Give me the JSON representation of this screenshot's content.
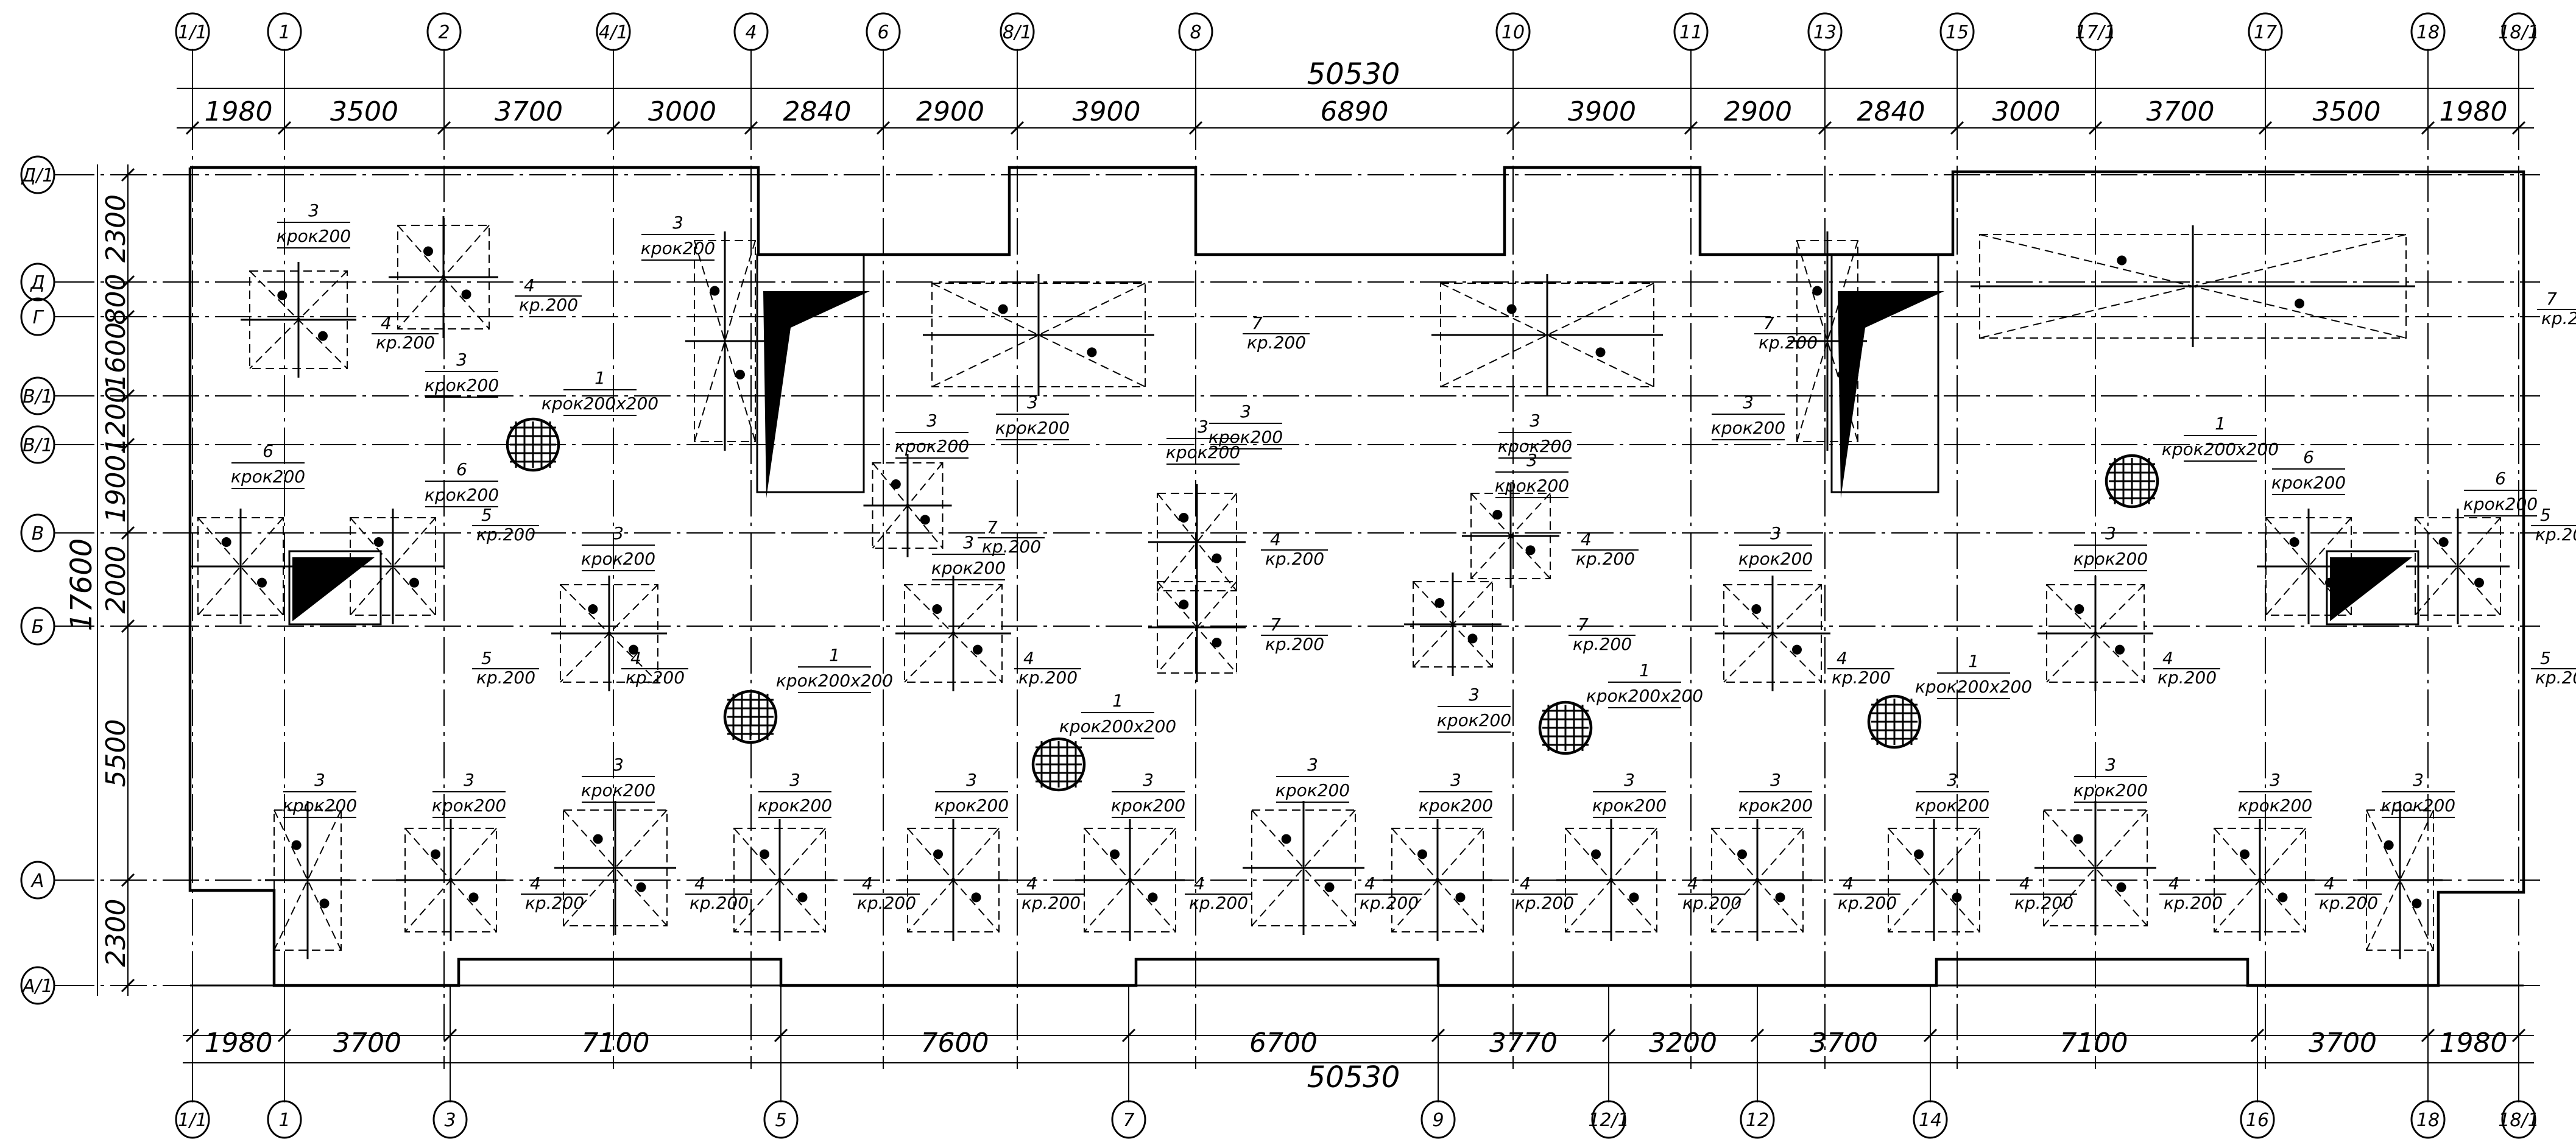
{
  "axes_top": [
    "1/1",
    "1",
    "2",
    "4/1",
    "4",
    "6",
    "8/1",
    "8",
    "10",
    "11",
    "13",
    "15",
    "17/1",
    "17",
    "18",
    "18/1"
  ],
  "axes_bottom": [
    "1/1",
    "1",
    "3",
    "5",
    "7",
    "9",
    "12/1",
    "12",
    "14",
    "16",
    "18",
    "18/1"
  ],
  "axes_left": [
    "Д/1",
    "Д",
    "Г",
    "В/1",
    "В/1",
    "В",
    "Б",
    "А",
    "А/1"
  ],
  "dims_top": [
    "1980",
    "3500",
    "3700",
    "3000",
    "2840",
    "2900",
    "3900",
    "6890",
    "3900",
    "2900",
    "2840",
    "3000",
    "3700",
    "3500",
    "1980"
  ],
  "dims_bottom": [
    "1980",
    "3700",
    "7100",
    "7600",
    "6700",
    "3770",
    "3200",
    "3700",
    "7100",
    "3700",
    "1980"
  ],
  "dims_left": [
    "2300",
    "800",
    "1600",
    "1200",
    "1900",
    "2000",
    "5500",
    "2300"
  ],
  "total_top": "50530",
  "total_bottom": "50530",
  "total_left": "17600",
  "callouts": {
    "n3": "3",
    "n4": "4",
    "n5": "5",
    "n6": "6",
    "n7": "7",
    "n1": "1",
    "krok200": "крок200",
    "kr200": "кр.200",
    "krok200x200": "крок200x200"
  }
}
